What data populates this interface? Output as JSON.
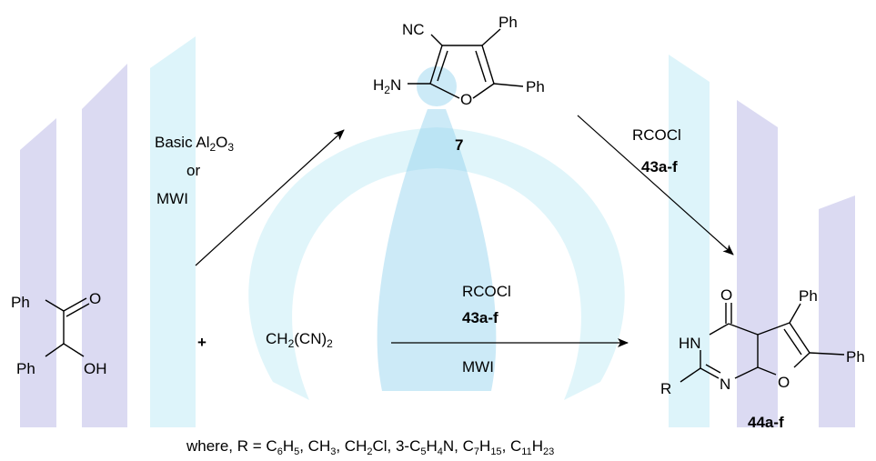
{
  "watermark": {
    "colors": [
      "#bdbce8",
      "#c6ecf6",
      "#8fd1ee"
    ]
  },
  "furan": {
    "nc": "NC",
    "ph_top": "Ph",
    "nh2_base": "H",
    "nh2_sub": "2",
    "nh2_n": "N",
    "o": "O",
    "ph_right": "Ph",
    "number": "7"
  },
  "step1": {
    "line1_pre": "Basic Al",
    "line1_sub1": "2",
    "line1_mid": "O",
    "line1_sub2": "3",
    "line2": "or",
    "line3": "MWI"
  },
  "step2": {
    "reagent": "RCOCl",
    "number": "43a-f"
  },
  "benzoin": {
    "ph_top": "Ph",
    "o": "O",
    "ph_bottom": "Ph",
    "oh": "OH"
  },
  "plus": "+",
  "malononitrile": {
    "base": "CH",
    "sub": "2",
    "rest": "(CN)",
    "sub2": "2"
  },
  "step3": {
    "reagent": "RCOCl",
    "number": "43a-f",
    "condition": "MWI"
  },
  "product": {
    "o": "O",
    "ph_top": "Ph",
    "hn": "HN",
    "ph_right": "Ph",
    "r": "R",
    "n": "N",
    "o_ring": "O",
    "number": "44a-f"
  },
  "footnote": {
    "prefix": "where, R = C",
    "s1": "6",
    "t1": "H",
    "s2": "5",
    "t2": ", CH",
    "s3": "3",
    "t3": ", CH",
    "s4": "2",
    "t4": "Cl, 3-C",
    "s5": "5",
    "t5": "H",
    "s6": "4",
    "t6": "N, C",
    "s7": "7",
    "t7": "H",
    "s8": "15",
    "t8": ", C",
    "s9": "11",
    "t9": "H",
    "s10": "23"
  }
}
